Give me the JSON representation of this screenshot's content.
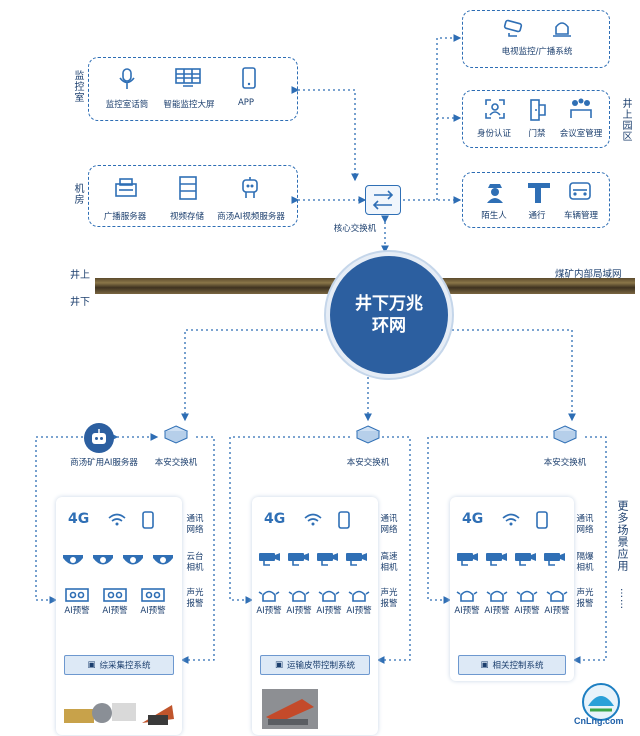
{
  "top_groups": {
    "control_room": {
      "label": "监控室",
      "items": [
        "监控室话筒",
        "智能监控大屏",
        "APP"
      ]
    },
    "machine_room": {
      "label": "机房",
      "items": [
        "广播服务器",
        "视频存储",
        "商汤AI视频服务器"
      ]
    },
    "core_switch": "核心交换机",
    "right_boxes": [
      {
        "items": [
          "电视监控/广播系统"
        ]
      },
      {
        "items": [
          "身份认证",
          "门禁",
          "会议室管理"
        ]
      },
      {
        "items": [
          "陌生人",
          "通行",
          "车辆管理"
        ]
      }
    ],
    "right_side_label": "井上园区"
  },
  "ground": {
    "above": "井上",
    "below": "井下",
    "network_label": "煤矿内部局域网"
  },
  "hub": {
    "line1": "井下万兆",
    "line2": "环网"
  },
  "underground": {
    "ai_server": "商汤矿用AI服务器",
    "more_scenes": "更多场景应用",
    "more_dots": "……",
    "panels": [
      {
        "switch": "本安交换机",
        "side_labels": [
          "通讯网络",
          "云台相机",
          "声光报警"
        ],
        "net_icon_text": "4G",
        "ai_items": [
          "AI预警",
          "AI预警",
          "AI预警"
        ],
        "control": "综采集控系统",
        "camera_type": "dome"
      },
      {
        "switch": "本安交换机",
        "side_labels": [
          "通讯网络",
          "高速相机",
          "声光报警"
        ],
        "net_icon_text": "4G",
        "ai_items": [
          "AI预警",
          "AI预警",
          "AI预警",
          "AI预警"
        ],
        "control": "运输皮带控制系统",
        "camera_type": "bullet"
      },
      {
        "switch": "本安交换机",
        "side_labels": [
          "通讯网络",
          "隔爆相机",
          "声光报警"
        ],
        "net_icon_text": "4G",
        "ai_items": [
          "AI预警",
          "AI预警",
          "AI预警",
          "AI预警"
        ],
        "control": "相关控制系统",
        "camera_type": "bullet"
      }
    ]
  },
  "watermark": "CnLng.com"
}
